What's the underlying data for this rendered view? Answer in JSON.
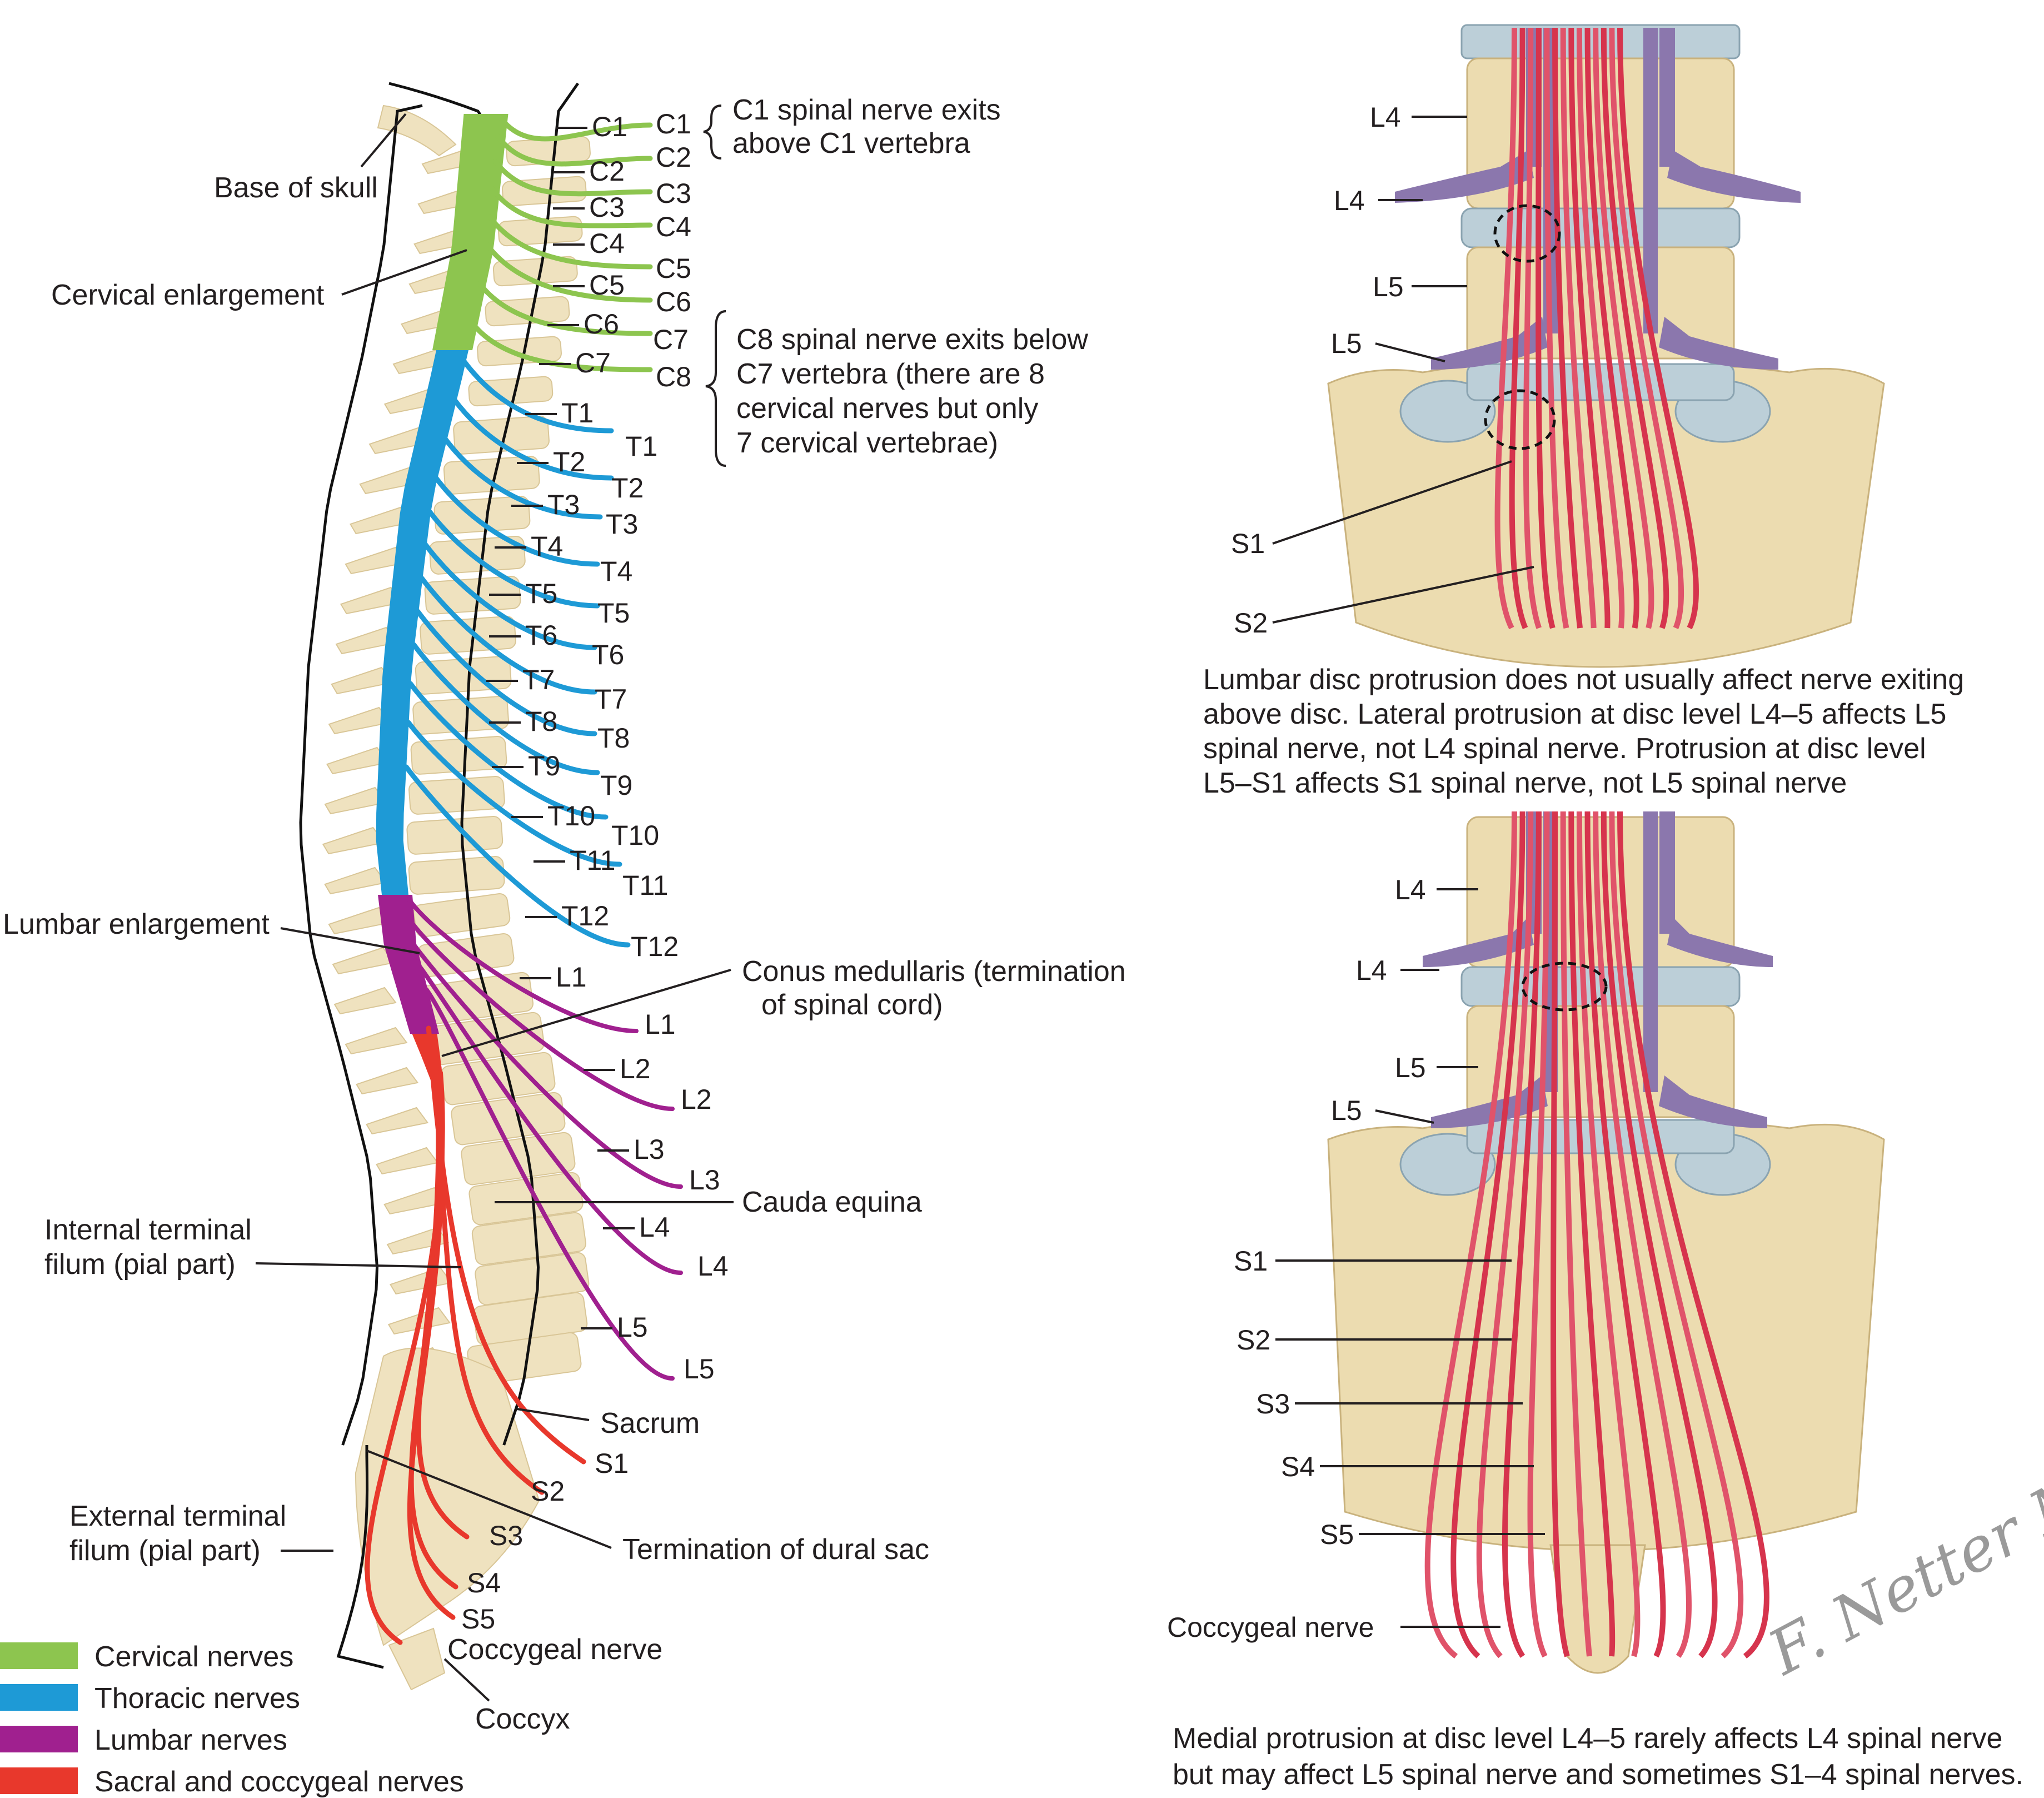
{
  "left_panel": {
    "base_of_skull": "Base of skull",
    "cervical_enlargement": "Cervical enlargement",
    "lumbar_enlargement": "Lumbar enlargement",
    "conus_medullaris": [
      "Conus medullaris (termination",
      "of spinal cord)"
    ],
    "cauda_equina": "Cauda equina",
    "internal_filum": [
      "Internal terminal",
      "filum (pial part)"
    ],
    "external_filum": [
      "External terminal",
      "filum (pial part)"
    ],
    "termination_dural_sac": "Termination of dural sac",
    "sacrum": "Sacrum",
    "coccyx": "Coccyx",
    "coccygeal_nerve": "Coccygeal nerve",
    "c1_note": [
      "C1 spinal nerve exits",
      "above C1 vertebra"
    ],
    "c8_note": [
      "C8 spinal nerve exits below",
      "C7 vertebra (there are 8",
      "cervical nerves but only",
      "7 cervical vertebrae)"
    ],
    "vertebra_labels": [
      "C1",
      "C2",
      "C3",
      "C4",
      "C5",
      "C6",
      "C7",
      "T1",
      "T2",
      "T3",
      "T4",
      "T5",
      "T6",
      "T7",
      "T8",
      "T9",
      "T10",
      "T11",
      "T12",
      "L1",
      "L2",
      "L3",
      "L4",
      "L5"
    ],
    "nerve_labels": [
      "C1",
      "C2",
      "C3",
      "C4",
      "C5",
      "C6",
      "C7",
      "C8",
      "T1",
      "T2",
      "T3",
      "T4",
      "T5",
      "T6",
      "T7",
      "T8",
      "T9",
      "T10",
      "T11",
      "T12",
      "L1",
      "L2",
      "L3",
      "L4",
      "L5",
      "S1",
      "S2",
      "S3",
      "S4",
      "S5"
    ]
  },
  "legend": [
    {
      "label": "Cervical nerves",
      "color": "#8dc54f"
    },
    {
      "label": "Thoracic nerves",
      "color": "#1e9ad6"
    },
    {
      "label": "Lumbar nerves",
      "color": "#a0208f"
    },
    {
      "label": "Sacral and coccygeal nerves",
      "color": "#e8382c"
    }
  ],
  "top_right": {
    "labels": [
      "L4",
      "L4",
      "L5",
      "L5",
      "S1",
      "S2"
    ],
    "caption": [
      "Lumbar disc protrusion does not usually affect nerve exiting",
      "above disc. Lateral protrusion at disc level L4–5 affects L5",
      "spinal nerve, not L4 spinal nerve. Protrusion at disc level",
      "L5–S1 affects S1 spinal nerve, not L5 spinal nerve"
    ]
  },
  "bottom_right": {
    "labels": [
      "L4",
      "L4",
      "L5",
      "L5",
      "S1",
      "S2",
      "S3",
      "S4",
      "S5",
      "Coccygeal nerve"
    ],
    "caption": [
      "Medial protrusion at disc level L4–5 rarely affects L4 spinal nerve",
      "but may affect L5 spinal nerve and sometimes S1–4 spinal nerves."
    ]
  },
  "signature": "F. Netter M.D."
}
